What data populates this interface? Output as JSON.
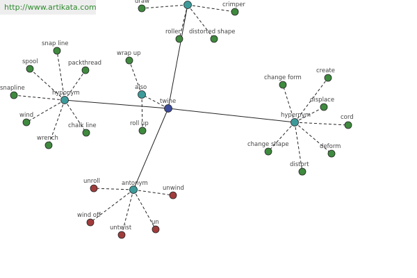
{
  "watermark": "http://www.artikata.com",
  "colors": {
    "center": "#3d4c9a",
    "relation": "#3d9a9a",
    "synonym": "#3f8a3f",
    "antonym": "#a03c3c"
  },
  "nodes": [
    {
      "id": "twine",
      "label": "twine",
      "type": "center"
    },
    {
      "id": "top",
      "label": "",
      "type": "relation"
    },
    {
      "id": "hyponym",
      "label": "hyponym",
      "type": "relation"
    },
    {
      "id": "also",
      "label": "also",
      "type": "relation"
    },
    {
      "id": "hypernym",
      "label": "hypernym",
      "type": "relation"
    },
    {
      "id": "antonym",
      "label": "antonym",
      "type": "relation"
    },
    {
      "id": "draw",
      "label": "draw",
      "type": "synonym"
    },
    {
      "id": "crimper",
      "label": "crimper",
      "type": "synonym"
    },
    {
      "id": "roller",
      "label": "roller",
      "type": "synonym"
    },
    {
      "id": "distorted",
      "label": "distorted shape",
      "type": "synonym"
    },
    {
      "id": "snapline2",
      "label": "snap line",
      "type": "synonym"
    },
    {
      "id": "packthread",
      "label": "packthread",
      "type": "synonym"
    },
    {
      "id": "spool",
      "label": "spool",
      "type": "synonym"
    },
    {
      "id": "snapline",
      "label": "snapline",
      "type": "synonym"
    },
    {
      "id": "wind",
      "label": "wind",
      "type": "synonym"
    },
    {
      "id": "chalkline",
      "label": "chalk line",
      "type": "synonym"
    },
    {
      "id": "wrench",
      "label": "wrench",
      "type": "synonym"
    },
    {
      "id": "wrapup",
      "label": "wrap up",
      "type": "synonym"
    },
    {
      "id": "rollup",
      "label": "roll up",
      "type": "synonym"
    },
    {
      "id": "changeform",
      "label": "change form",
      "type": "synonym"
    },
    {
      "id": "create",
      "label": "create",
      "type": "synonym"
    },
    {
      "id": "displace",
      "label": "displace",
      "type": "synonym"
    },
    {
      "id": "cord",
      "label": "cord",
      "type": "synonym"
    },
    {
      "id": "deform",
      "label": "deform",
      "type": "synonym"
    },
    {
      "id": "distort",
      "label": "distort",
      "type": "synonym"
    },
    {
      "id": "changeshape",
      "label": "change shape",
      "type": "synonym"
    },
    {
      "id": "unroll",
      "label": "unroll",
      "type": "antonym"
    },
    {
      "id": "unwind",
      "label": "unwind",
      "type": "antonym"
    },
    {
      "id": "windoff",
      "label": "wind off",
      "type": "antonym"
    },
    {
      "id": "untwist",
      "label": "untwist",
      "type": "antonym"
    },
    {
      "id": "un",
      "label": "un",
      "type": "antonym"
    }
  ],
  "edges": [
    {
      "from": "twine",
      "to": "top",
      "style": "solid"
    },
    {
      "from": "twine",
      "to": "hyponym",
      "style": "solid"
    },
    {
      "from": "twine",
      "to": "hypernym",
      "style": "solid"
    },
    {
      "from": "twine",
      "to": "antonym",
      "style": "solid"
    },
    {
      "from": "twine",
      "to": "also",
      "style": "dashed"
    },
    {
      "from": "top",
      "to": "draw",
      "style": "dashed"
    },
    {
      "from": "top",
      "to": "crimper",
      "style": "dashed"
    },
    {
      "from": "top",
      "to": "roller",
      "style": "dashed"
    },
    {
      "from": "top",
      "to": "distorted",
      "style": "dashed"
    },
    {
      "from": "hyponym",
      "to": "snapline2",
      "style": "dashed"
    },
    {
      "from": "hyponym",
      "to": "packthread",
      "style": "dashed"
    },
    {
      "from": "hyponym",
      "to": "spool",
      "style": "dashed"
    },
    {
      "from": "hyponym",
      "to": "snapline",
      "style": "dashed"
    },
    {
      "from": "hyponym",
      "to": "wind",
      "style": "dashed"
    },
    {
      "from": "hyponym",
      "to": "chalkline",
      "style": "dashed"
    },
    {
      "from": "hyponym",
      "to": "wrench",
      "style": "dashed"
    },
    {
      "from": "also",
      "to": "wrapup",
      "style": "dashed"
    },
    {
      "from": "also",
      "to": "rollup",
      "style": "dashed"
    },
    {
      "from": "hypernym",
      "to": "changeform",
      "style": "dashed"
    },
    {
      "from": "hypernym",
      "to": "create",
      "style": "dashed"
    },
    {
      "from": "hypernym",
      "to": "displace",
      "style": "dashed"
    },
    {
      "from": "hypernym",
      "to": "cord",
      "style": "dashed"
    },
    {
      "from": "hypernym",
      "to": "deform",
      "style": "dashed"
    },
    {
      "from": "hypernym",
      "to": "distort",
      "style": "dashed"
    },
    {
      "from": "hypernym",
      "to": "changeshape",
      "style": "dashed"
    },
    {
      "from": "antonym",
      "to": "unroll",
      "style": "dashed"
    },
    {
      "from": "antonym",
      "to": "unwind",
      "style": "dashed"
    },
    {
      "from": "antonym",
      "to": "windoff",
      "style": "dashed"
    },
    {
      "from": "antonym",
      "to": "untwist",
      "style": "dashed"
    },
    {
      "from": "antonym",
      "to": "un",
      "style": "dashed"
    }
  ]
}
